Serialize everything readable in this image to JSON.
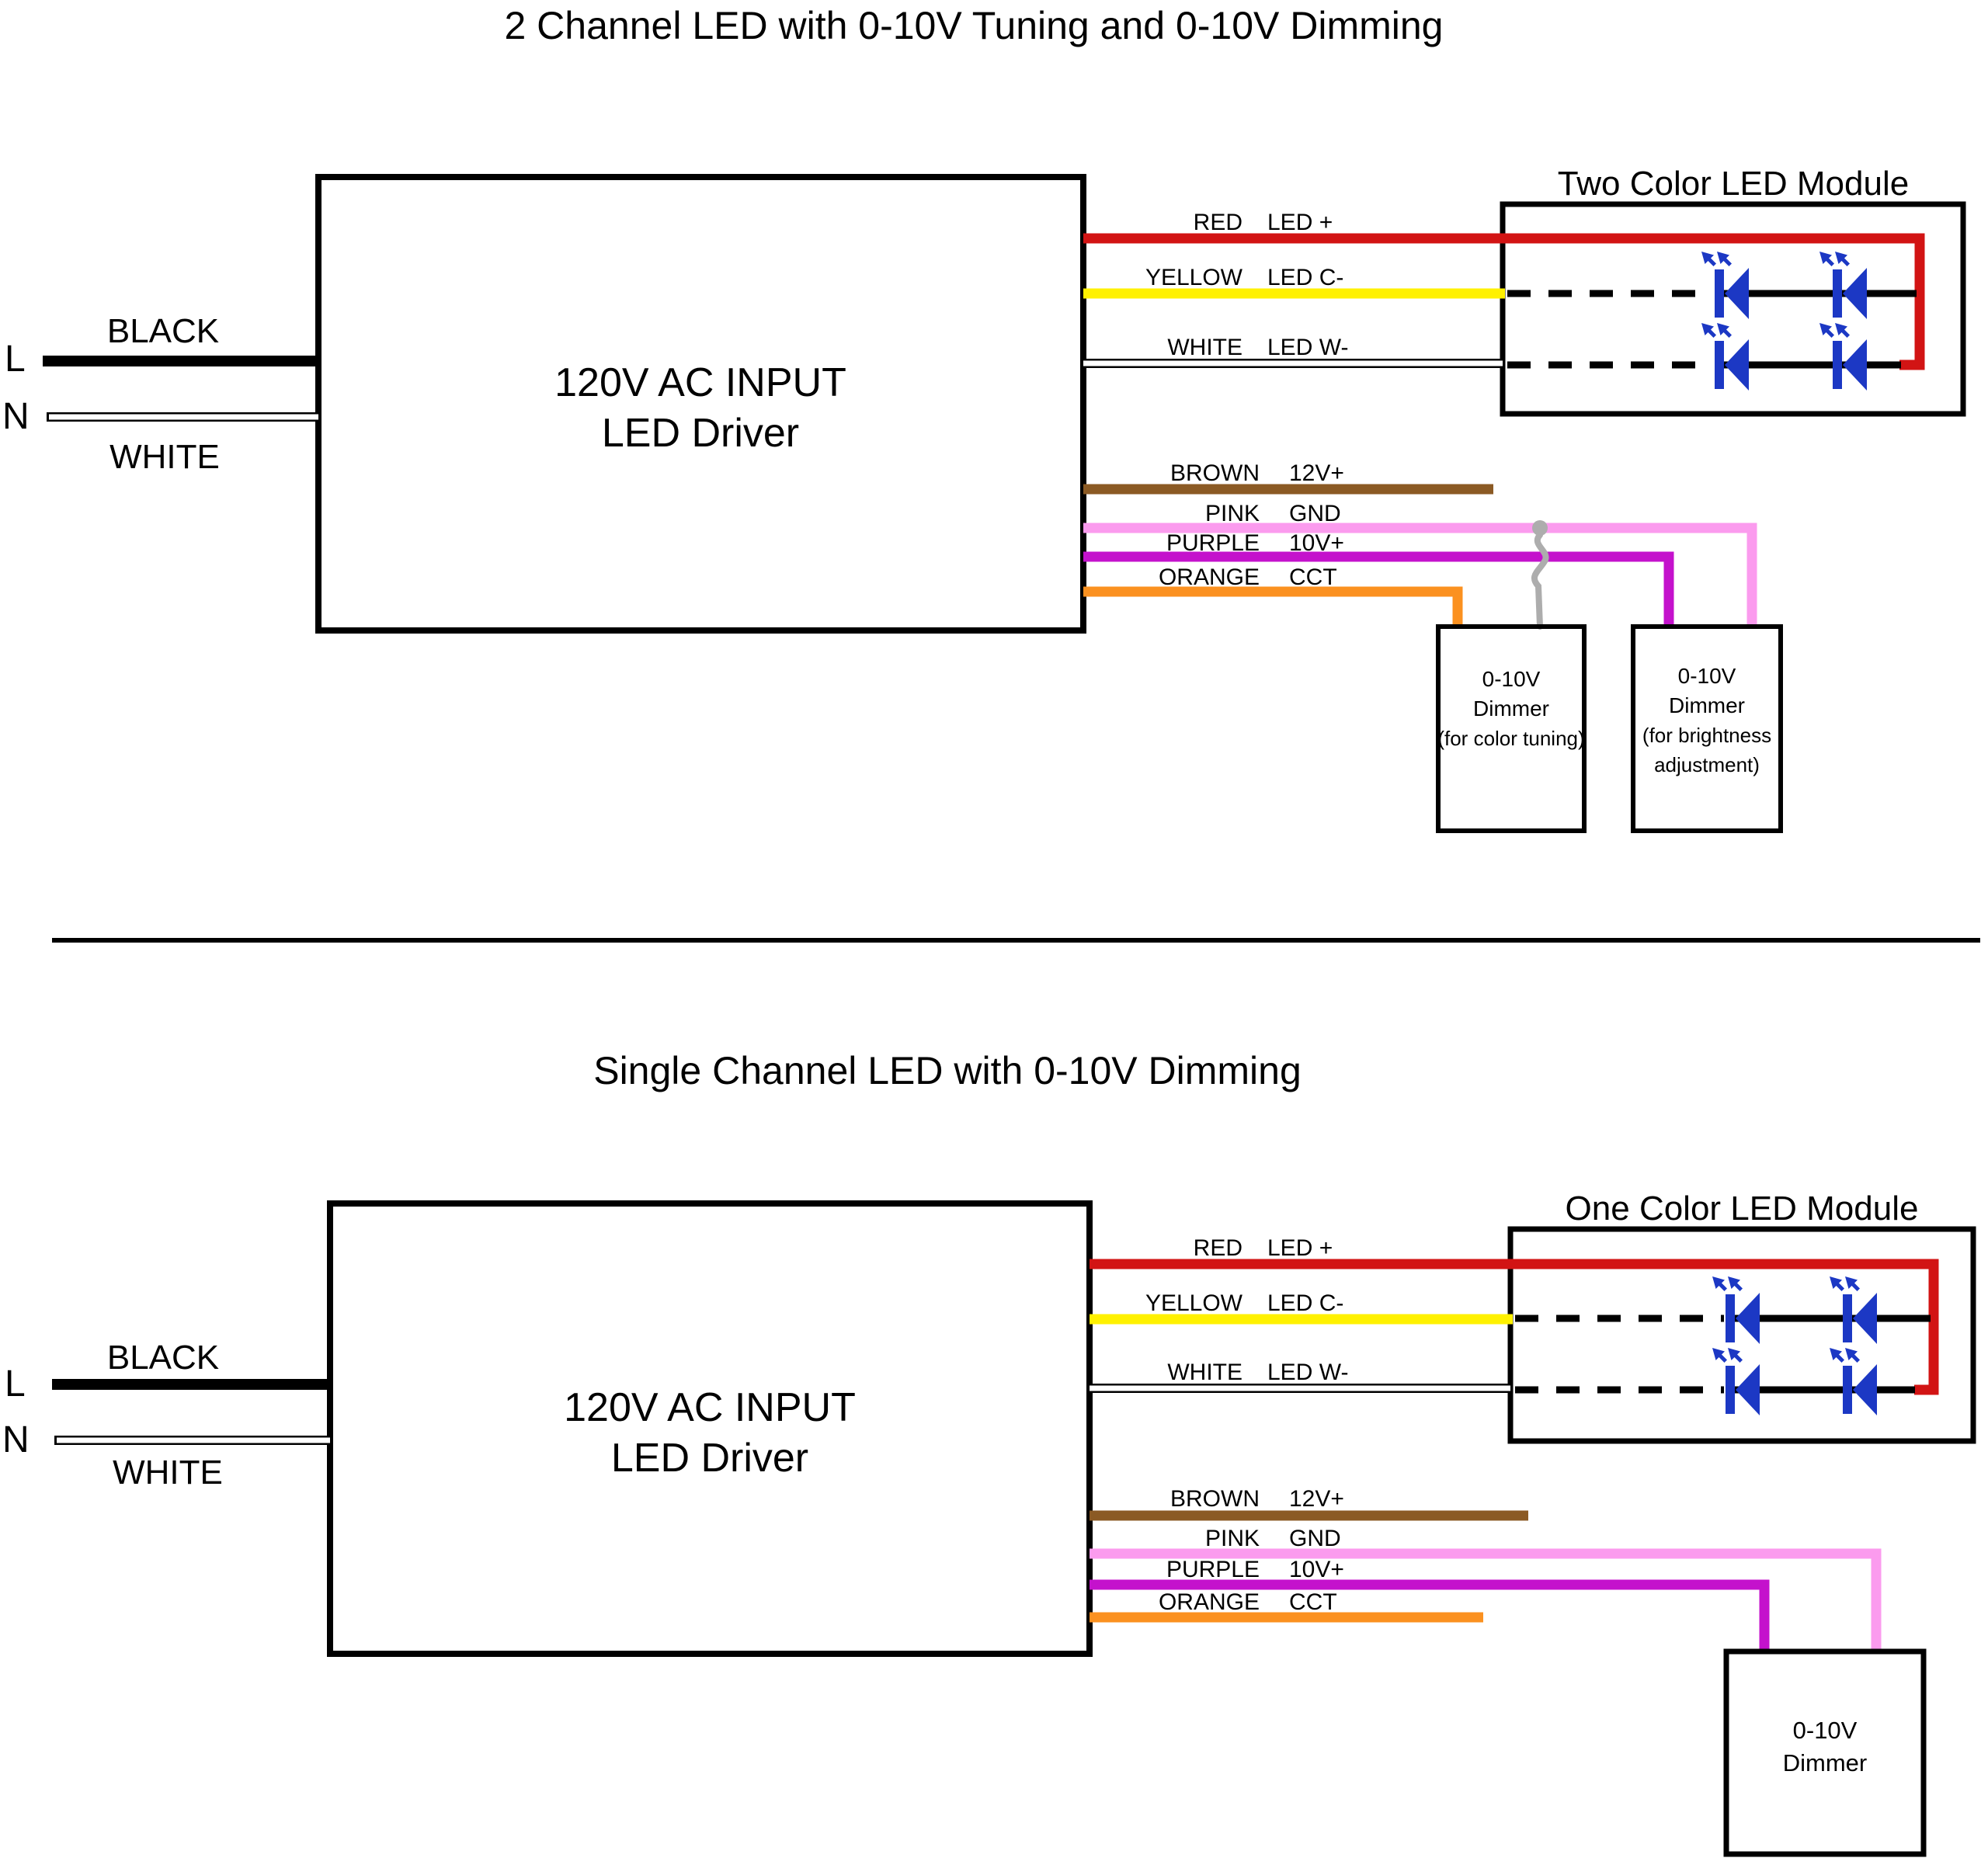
{
  "colors": {
    "red": "#D21414",
    "yellow": "#FFF100",
    "white": "#FFFFFF",
    "brown": "#8B5A24",
    "pink": "#FB9BEE",
    "purple": "#C412CC",
    "orange": "#FB9120",
    "gray": "#ADADAD",
    "blue": "#1C38C4"
  },
  "top": {
    "title": "2 Channel LED with 0-10V Tuning and 0-10V Dimming",
    "input": {
      "l": "L",
      "n": "N",
      "black": "BLACK",
      "white": "WHITE"
    },
    "driver": {
      "line1": "120V AC INPUT",
      "line2": "LED Driver"
    },
    "wires": {
      "red": {
        "name": "RED",
        "signal": "LED +"
      },
      "yellow": {
        "name": "YELLOW",
        "signal": "LED C-"
      },
      "white": {
        "name": "WHITE",
        "signal": "LED W-"
      },
      "brown": {
        "name": "BROWN",
        "signal": "12V+"
      },
      "pink": {
        "name": "PINK",
        "signal": "GND"
      },
      "purple": {
        "name": "PURPLE",
        "signal": "10V+"
      },
      "orange": {
        "name": "ORANGE",
        "signal": "CCT"
      }
    },
    "module_title": "Two Color LED Module",
    "dimmer_tuning": {
      "lines": [
        "0-10V",
        "Dimmer",
        "(for color tuning)"
      ]
    },
    "dimmer_brightness": {
      "lines": [
        "0-10V",
        "Dimmer",
        "(for brightness",
        "adjustment)"
      ]
    }
  },
  "bottom": {
    "title": "Single Channel LED with 0-10V Dimming",
    "input": {
      "l": "L",
      "n": "N",
      "black": "BLACK",
      "white": "WHITE"
    },
    "driver": {
      "line1": "120V AC INPUT",
      "line2": "LED Driver"
    },
    "wires": {
      "red": {
        "name": "RED",
        "signal": "LED +"
      },
      "yellow": {
        "name": "YELLOW",
        "signal": "LED C-"
      },
      "white": {
        "name": "WHITE",
        "signal": "LED W-"
      },
      "brown": {
        "name": "BROWN",
        "signal": "12V+"
      },
      "pink": {
        "name": "PINK",
        "signal": "GND"
      },
      "purple": {
        "name": "PURPLE",
        "signal": "10V+"
      },
      "orange": {
        "name": "ORANGE",
        "signal": "CCT"
      }
    },
    "module_title": "One Color LED Module",
    "dimmer": {
      "lines": [
        "0-10V",
        "Dimmer"
      ]
    }
  }
}
